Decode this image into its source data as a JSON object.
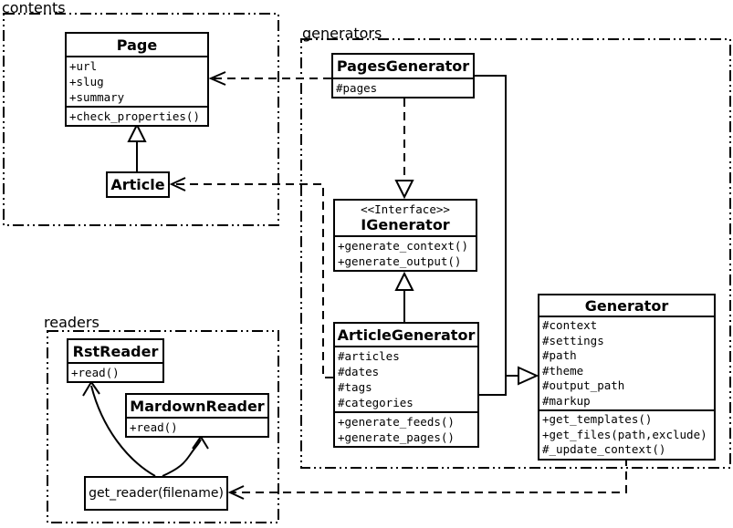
{
  "packages": {
    "contents": {
      "label": "contents"
    },
    "generators": {
      "label": "generators"
    },
    "readers": {
      "label": "readers"
    }
  },
  "classes": {
    "page": {
      "title": "Page",
      "attributes": [
        "+url",
        "+slug",
        "+summary"
      ],
      "methods": [
        "+check_properties()"
      ]
    },
    "article": {
      "title": "Article"
    },
    "pages_generator": {
      "title": "PagesGenerator",
      "attributes": [
        "#pages"
      ]
    },
    "igenerator": {
      "stereotype": "<<Interface>>",
      "title": "IGenerator",
      "methods": [
        "+generate_context()",
        "+generate_output()"
      ]
    },
    "article_generator": {
      "title": "ArticleGenerator",
      "attributes": [
        "#articles",
        "#dates",
        "#tags",
        "#categories"
      ],
      "methods": [
        "+generate_feeds()",
        "+generate_pages()"
      ]
    },
    "generator": {
      "title": "Generator",
      "attributes": [
        "#context",
        "#settings",
        "#path",
        "#theme",
        "#output_path",
        "#markup"
      ],
      "methods": [
        "+get_templates()",
        "+get_files(path,exclude)",
        "#_update_context()"
      ]
    },
    "rst_reader": {
      "title": "RstReader",
      "methods": [
        "+read()"
      ]
    },
    "mardown_reader": {
      "title": "MardownReader",
      "methods": [
        "+read()"
      ]
    },
    "get_reader": {
      "title": "get_reader(filename)"
    }
  },
  "relationships": [
    {
      "from": "Article",
      "to": "Page",
      "type": "inheritance"
    },
    {
      "from": "PagesGenerator",
      "to": "Page",
      "type": "dependency"
    },
    {
      "from": "ArticleGenerator",
      "to": "Article",
      "type": "dependency"
    },
    {
      "from": "PagesGenerator",
      "to": "IGenerator",
      "type": "realization"
    },
    {
      "from": "ArticleGenerator",
      "to": "IGenerator",
      "type": "inheritance"
    },
    {
      "from": "PagesGenerator",
      "to": "Generator",
      "type": "inheritance"
    },
    {
      "from": "ArticleGenerator",
      "to": "Generator",
      "type": "inheritance"
    },
    {
      "from": "Generator",
      "to": "get_reader(filename)",
      "type": "dependency"
    },
    {
      "from": "get_reader(filename)",
      "to": "RstReader",
      "type": "association"
    },
    {
      "from": "get_reader(filename)",
      "to": "MardownReader",
      "type": "association"
    }
  ],
  "colors": {
    "line": "#000000",
    "background": "#ffffff"
  }
}
